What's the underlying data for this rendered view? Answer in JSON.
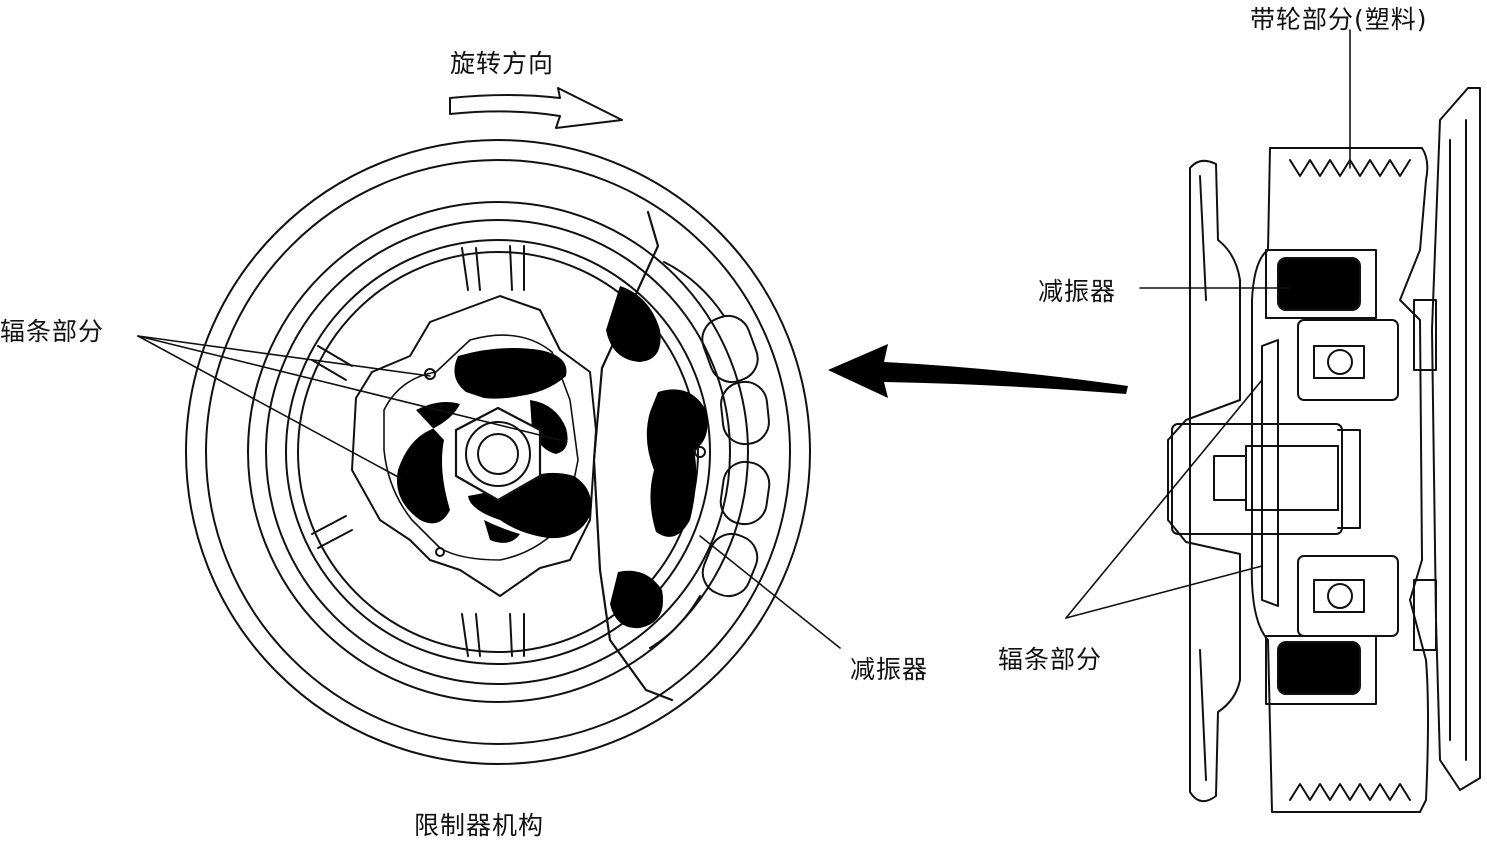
{
  "labels": {
    "rotation_direction": "旋转方向",
    "spokes_left": "辐条部分",
    "damper_left": "减振器",
    "limiter": "限制器机构",
    "pulley": "带轮部分(塑料)",
    "damper_right": "减振器",
    "spokes_right": "辐条部分"
  },
  "colors": {
    "line": "#111111",
    "fill_dark": "#000000",
    "background": "#ffffff"
  }
}
